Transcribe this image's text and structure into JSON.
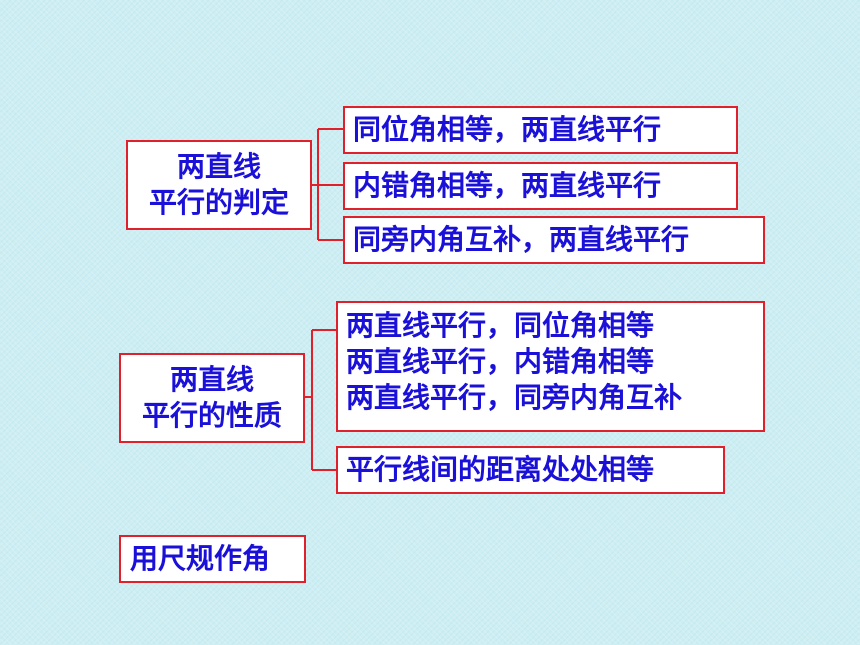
{
  "colors": {
    "background": "#cdeef3",
    "border": "#e0202a",
    "text": "#1a10d8",
    "box_fill": "#ffffff"
  },
  "judgement": {
    "title_line1": "两直线",
    "title_line2": "平行的判定",
    "items": [
      "同位角相等，两直线平行",
      "内错角相等，两直线平行",
      "同旁内角互补，两直线平行"
    ]
  },
  "property": {
    "title_line1": "两直线",
    "title_line2": "平行的性质",
    "items": [
      "两直线平行，同位角相等",
      "两直线平行，内错角相等",
      "两直线平行，同旁内角互补"
    ],
    "extra": "平行线间的距离处处相等"
  },
  "construction": "用尺规作角"
}
